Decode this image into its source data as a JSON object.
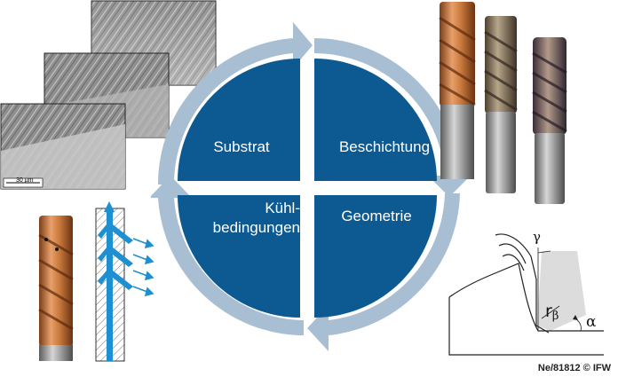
{
  "quadrants": {
    "top_left": "Substrat",
    "top_right": "Beschichtung",
    "bottom_left_line1": "Kühl-",
    "bottom_left_line2": "bedingungen",
    "bottom_right": "Geometrie"
  },
  "micrograph": {
    "scale_bar_label": "30 µm"
  },
  "geometry_sketch": {
    "rake_angle_symbol": "γ",
    "edge_radius_symbol": "r",
    "edge_radius_subscript": "β",
    "clearance_angle_symbol": "α"
  },
  "credit": "Ne/81812 © IFW",
  "colors": {
    "quadrant_fill": "#0d5a92",
    "arrow_ring": "#a8bed3",
    "coolant_arrow": "#1e8fd0",
    "coating_orange": "#c97a3c"
  },
  "icons": [
    "micrograph-stack",
    "end-mill-coated",
    "end-mill-cross-section",
    "cutting-edge-sketch"
  ]
}
